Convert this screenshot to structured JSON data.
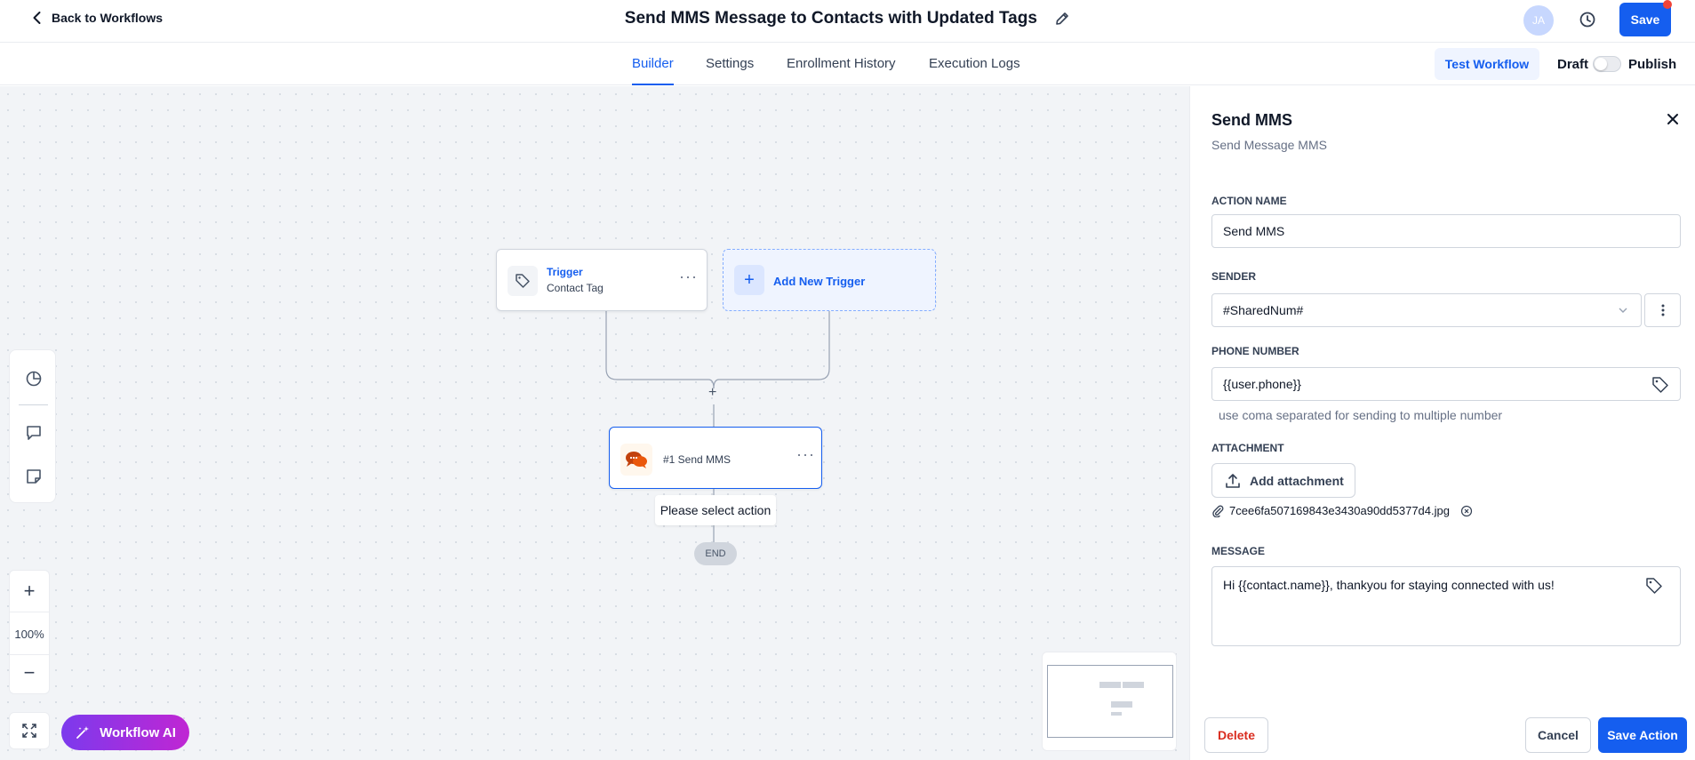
{
  "header": {
    "back_label": "Back to Workflows",
    "title": "Send MMS Message to Contacts with Updated Tags",
    "avatar_initials": "JA",
    "save_label": "Save"
  },
  "nav": {
    "tabs": [
      {
        "label": "Builder",
        "active": true
      },
      {
        "label": "Settings",
        "active": false
      },
      {
        "label": "Enrollment History",
        "active": false
      },
      {
        "label": "Execution Logs",
        "active": false
      }
    ],
    "test_label": "Test Workflow",
    "draft_label": "Draft",
    "publish_label": "Publish",
    "published": false
  },
  "canvas": {
    "trigger": {
      "title": "Trigger",
      "subtitle": "Contact Tag"
    },
    "add_trigger_label": "Add New Trigger",
    "add_step_symbol": "+",
    "action": {
      "label": "#1 Send MMS"
    },
    "tooltip": "Please select action",
    "end_label": "END",
    "zoom": {
      "plus": "+",
      "level": "100%",
      "minus": "−"
    },
    "ai_label": "Workflow AI"
  },
  "panel": {
    "title": "Send MMS",
    "subtitle": "Send Message MMS",
    "action_name": {
      "label": "ACTION NAME",
      "value": "Send MMS"
    },
    "sender": {
      "label": "SENDER",
      "value": "#SharedNum#"
    },
    "phone": {
      "label": "PHONE NUMBER",
      "value": "{{user.phone}}",
      "helper": "use coma separated for sending to multiple number"
    },
    "attachment": {
      "label": "ATTACHMENT",
      "button": "Add attachment",
      "file": "7cee6fa507169843e3430a90dd5377d4.jpg"
    },
    "message": {
      "label": "MESSAGE",
      "value": "Hi {{contact.name}}, thankyou for staying connected with us!"
    },
    "delete_label": "Delete",
    "cancel_label": "Cancel",
    "save_action_label": "Save Action"
  },
  "colors": {
    "primary": "#155eef",
    "danger": "#d92d20",
    "canvas_bg": "#f2f4f7",
    "ai_from": "#7c3aed",
    "ai_to": "#c026d3"
  }
}
